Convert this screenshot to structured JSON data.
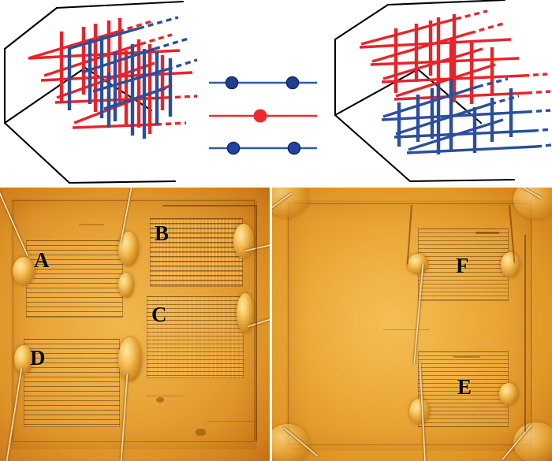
{
  "figure": {
    "panels": [
      {
        "id": "left-schematic",
        "name": "interpenetrating crossbar schematic",
        "position": "top-left",
        "description": "3D perspective box containing interleaved red and blue nanowire layers whose vertical posts interpenetrate",
        "layers": [
          {
            "color_name": "red",
            "color": "#E8242A",
            "role": "upper wire array"
          },
          {
            "color_name": "blue",
            "color": "#2B4F9E",
            "role": "lower wire array"
          }
        ],
        "box_color": "#000000",
        "red_rails": 5,
        "blue_rails": 4,
        "red_posts": 9,
        "blue_posts": 9
      },
      {
        "id": "center-schematic",
        "name": "cross-section legend",
        "position": "top-center",
        "description": "Three horizontal rails: blue rail with two junction dots, red rail with one central junction dot, blue rail with two junction dots",
        "rails": [
          {
            "color_name": "blue",
            "color": "#2B5CA8",
            "dots": 2
          },
          {
            "color_name": "red",
            "color": "#EE2A30",
            "dots": 1
          },
          {
            "color_name": "blue",
            "color": "#2B5CA8",
            "dots": 2
          }
        ]
      },
      {
        "id": "right-schematic",
        "name": "separated crossbar schematic",
        "position": "top-right",
        "description": "3D perspective box with the red nanowire layer stacked entirely above the blue nanowire layer",
        "layers": [
          {
            "color_name": "red",
            "color": "#E8242A",
            "role": "upper wire array"
          },
          {
            "color_name": "blue",
            "color": "#2B4F9E",
            "role": "lower wire array"
          }
        ],
        "box_color": "#000000",
        "red_rails": 5,
        "blue_rails": 4,
        "red_posts": 8,
        "blue_posts": 8
      },
      {
        "id": "left-photo",
        "name": "optical micrograph of chip one",
        "position": "bottom-left",
        "description": "Amber optical micrograph of a wire-bonded chip carrying four nanowire array regions",
        "substrate_color": "#E09A28",
        "regions": [
          {
            "label": "A",
            "pattern": "solid horizontal lines"
          },
          {
            "label": "B",
            "pattern": "dotted horizontal lines"
          },
          {
            "label": "C",
            "pattern": "fine dashed horizontal lines"
          },
          {
            "label": "D",
            "pattern": "solid horizontal lines"
          }
        ]
      },
      {
        "id": "right-photo",
        "name": "optical micrograph of chip two",
        "position": "bottom-right",
        "description": "Amber optical micrograph of a wire-bonded chip carrying two nanowire array regions on its right half",
        "substrate_color": "#E3A030",
        "regions": [
          {
            "label": "F",
            "pattern": "solid horizontal lines"
          },
          {
            "label": "E",
            "pattern": "solid horizontal lines"
          }
        ]
      }
    ],
    "labels": {
      "A": "A",
      "B": "B",
      "C": "C",
      "D": "D",
      "E": "E",
      "F": "F"
    },
    "colors": {
      "red_wire": "#E8242A",
      "blue_wire": "#2B4F9E",
      "legend_red": "#EE2A30",
      "legend_blue": "#2B5CA8",
      "dot_blue": "#1F3F8F",
      "dot_red": "#EE2A30",
      "box_outline": "#000000",
      "photo_amber": "#E09A28"
    }
  }
}
